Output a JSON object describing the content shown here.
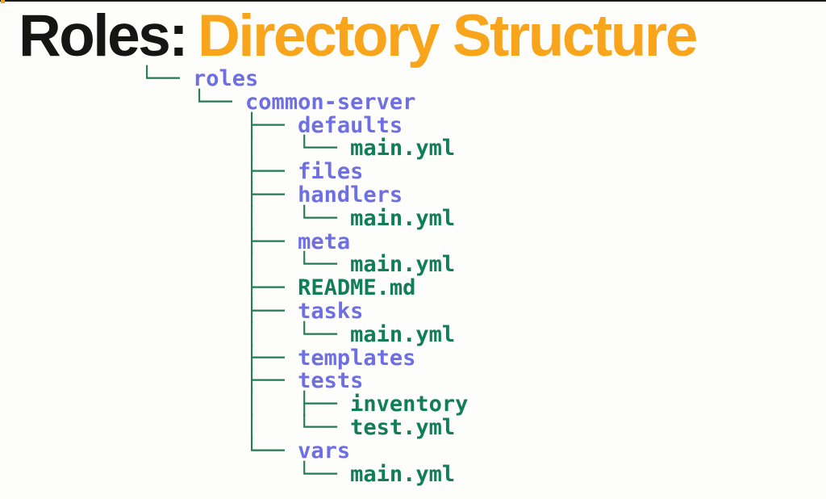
{
  "page": {
    "background": "#FDFDFB",
    "top_edge_bar_color": "#1B1B1B",
    "corner_dot_color": "#F5A41C"
  },
  "title": {
    "prefix": "Roles:",
    "highlight": "Directory Structure",
    "prefix_color": "#151515",
    "highlight_color": "#F9A51C"
  },
  "tree": {
    "colors": {
      "line": "#237C52",
      "directory": "#6E6FE2",
      "file": "#117E56"
    },
    "rows": [
      {
        "prefix": "└── ",
        "name": "roles",
        "type": "directory"
      },
      {
        "prefix": "    └── ",
        "name": "common-server",
        "type": "directory"
      },
      {
        "prefix": "        ├── ",
        "name": "defaults",
        "type": "directory"
      },
      {
        "prefix": "        │   └── ",
        "name": "main.yml",
        "type": "file"
      },
      {
        "prefix": "        ├── ",
        "name": "files",
        "type": "directory"
      },
      {
        "prefix": "        ├── ",
        "name": "handlers",
        "type": "directory"
      },
      {
        "prefix": "        │   └── ",
        "name": "main.yml",
        "type": "file"
      },
      {
        "prefix": "        ├── ",
        "name": "meta",
        "type": "directory"
      },
      {
        "prefix": "        │   └── ",
        "name": "main.yml",
        "type": "file"
      },
      {
        "prefix": "        ├── ",
        "name": "README.md",
        "type": "file"
      },
      {
        "prefix": "        ├── ",
        "name": "tasks",
        "type": "directory"
      },
      {
        "prefix": "        │   └── ",
        "name": "main.yml",
        "type": "file"
      },
      {
        "prefix": "        ├── ",
        "name": "templates",
        "type": "directory"
      },
      {
        "prefix": "        ├── ",
        "name": "tests",
        "type": "directory"
      },
      {
        "prefix": "        │   ├── ",
        "name": "inventory",
        "type": "file"
      },
      {
        "prefix": "        │   └── ",
        "name": "test.yml",
        "type": "file"
      },
      {
        "prefix": "        └── ",
        "name": "vars",
        "type": "directory"
      },
      {
        "prefix": "            └── ",
        "name": "main.yml",
        "type": "file"
      }
    ]
  }
}
